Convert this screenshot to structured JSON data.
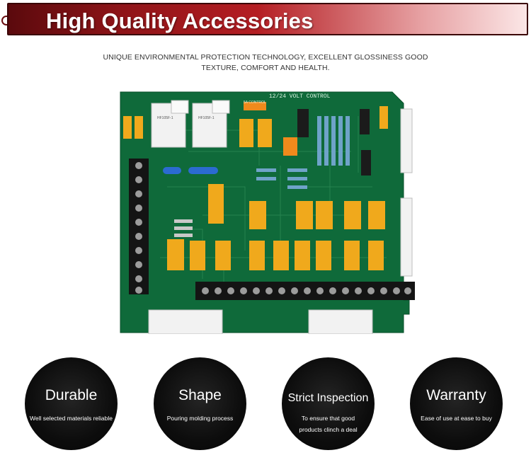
{
  "banner": {
    "title": "High Quality Accessories"
  },
  "intro": {
    "line1": "UNIQUE ENVIRONMENTAL PROTECTION TECHNOLOGY, EXCELLENT GLOSSINESS GOOD",
    "line2": "TEXTURE, COMFORT AND HEALTH."
  },
  "product": {
    "board_label": "12/24 VOLT CONTROL",
    "control_label": "5A CONTROL",
    "relay_label": "HF105F-1",
    "colors": {
      "pcb": "#0f6a3a",
      "relay": "#f0a91c",
      "connector": "#f2f2f2",
      "terminal": "#1a1a1a"
    }
  },
  "features": [
    {
      "title": "Durable",
      "desc1": "Well selected materials reliable",
      "desc2": ""
    },
    {
      "title": "Shape",
      "desc1": "Pouring molding process",
      "desc2": ""
    },
    {
      "title": "Strict Inspection",
      "desc1": "To ensure that good",
      "desc2": "products clinch a deal"
    },
    {
      "title": "Warranty",
      "desc1": "Ease of use at ease to buy",
      "desc2": ""
    }
  ]
}
